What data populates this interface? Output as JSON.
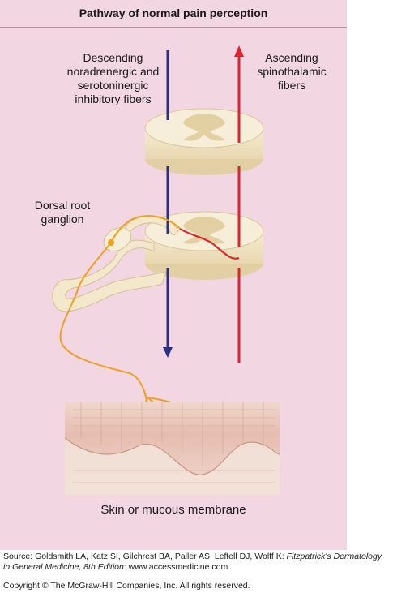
{
  "figure": {
    "title": "Pathway of normal pain perception",
    "labels": {
      "descending": [
        "Descending",
        "noradrenergic and",
        "serotoninergic",
        "inhibitory fibers"
      ],
      "ascending": [
        "Ascending",
        "spinothalamic",
        "fibers"
      ],
      "dorsal_root_ganglion": [
        "Dorsal root",
        "ganglion"
      ],
      "skin": "Skin or mucous membrane"
    },
    "colors": {
      "background": "#f2d6e1",
      "cord": "#f2e6c8",
      "gray_matter": "#e4d4aa",
      "descending_fiber": "#2b2f86",
      "ascending_fiber": "#e0232c",
      "sensory_nerve": "#f0a01e"
    }
  },
  "caption": {
    "source_prefix": "Source: Goldsmith LA, Katz SI, Gilchrest BA, Paller AS, Leffell DJ, Wolff K: ",
    "source_title_1": "Fitzpatrick's Dermatology",
    "source_title_2": "in General Medicine, 8th Edition",
    "source_suffix": ": www.accessmedicine.com",
    "copyright": "Copyright © The McGraw-Hill Companies, Inc. All rights reserved."
  }
}
